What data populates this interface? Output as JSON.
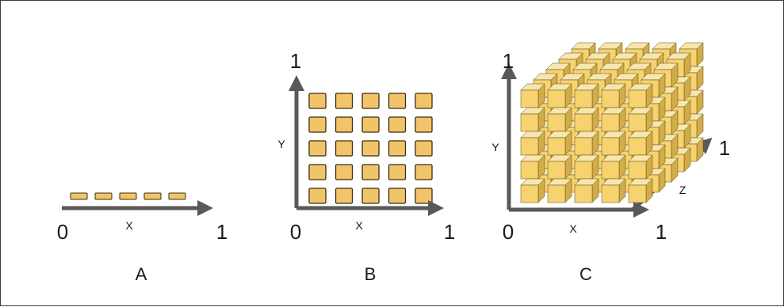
{
  "palette": {
    "axis": "#595959",
    "cube_front": "#f6d36f",
    "cube_top": "#f7e6ad",
    "cube_side": "#d2ac49",
    "cube_edge": "#5d4b1a",
    "square_fill": "#f2c46a",
    "square_stroke": "#3a2e10",
    "frame": "#3a3a3a"
  },
  "panels": {
    "a": {
      "label": "A",
      "origin_label": "0",
      "end_label": "1",
      "x_axis_label": "X",
      "items": 5
    },
    "b": {
      "label": "B",
      "origin_label": "0",
      "x_end_label": "1",
      "y_end_label": "1",
      "x_axis_label": "X",
      "y_axis_label": "Y",
      "rows": 5,
      "cols": 5
    },
    "c": {
      "label": "C",
      "origin_label": "0",
      "x_end_label": "1",
      "y_end_label": "1",
      "z_end_label": "1",
      "x_axis_label": "X",
      "y_axis_label": "Y",
      "z_axis_label": "Z",
      "rows": 5,
      "cols": 5,
      "layers": 5
    }
  }
}
